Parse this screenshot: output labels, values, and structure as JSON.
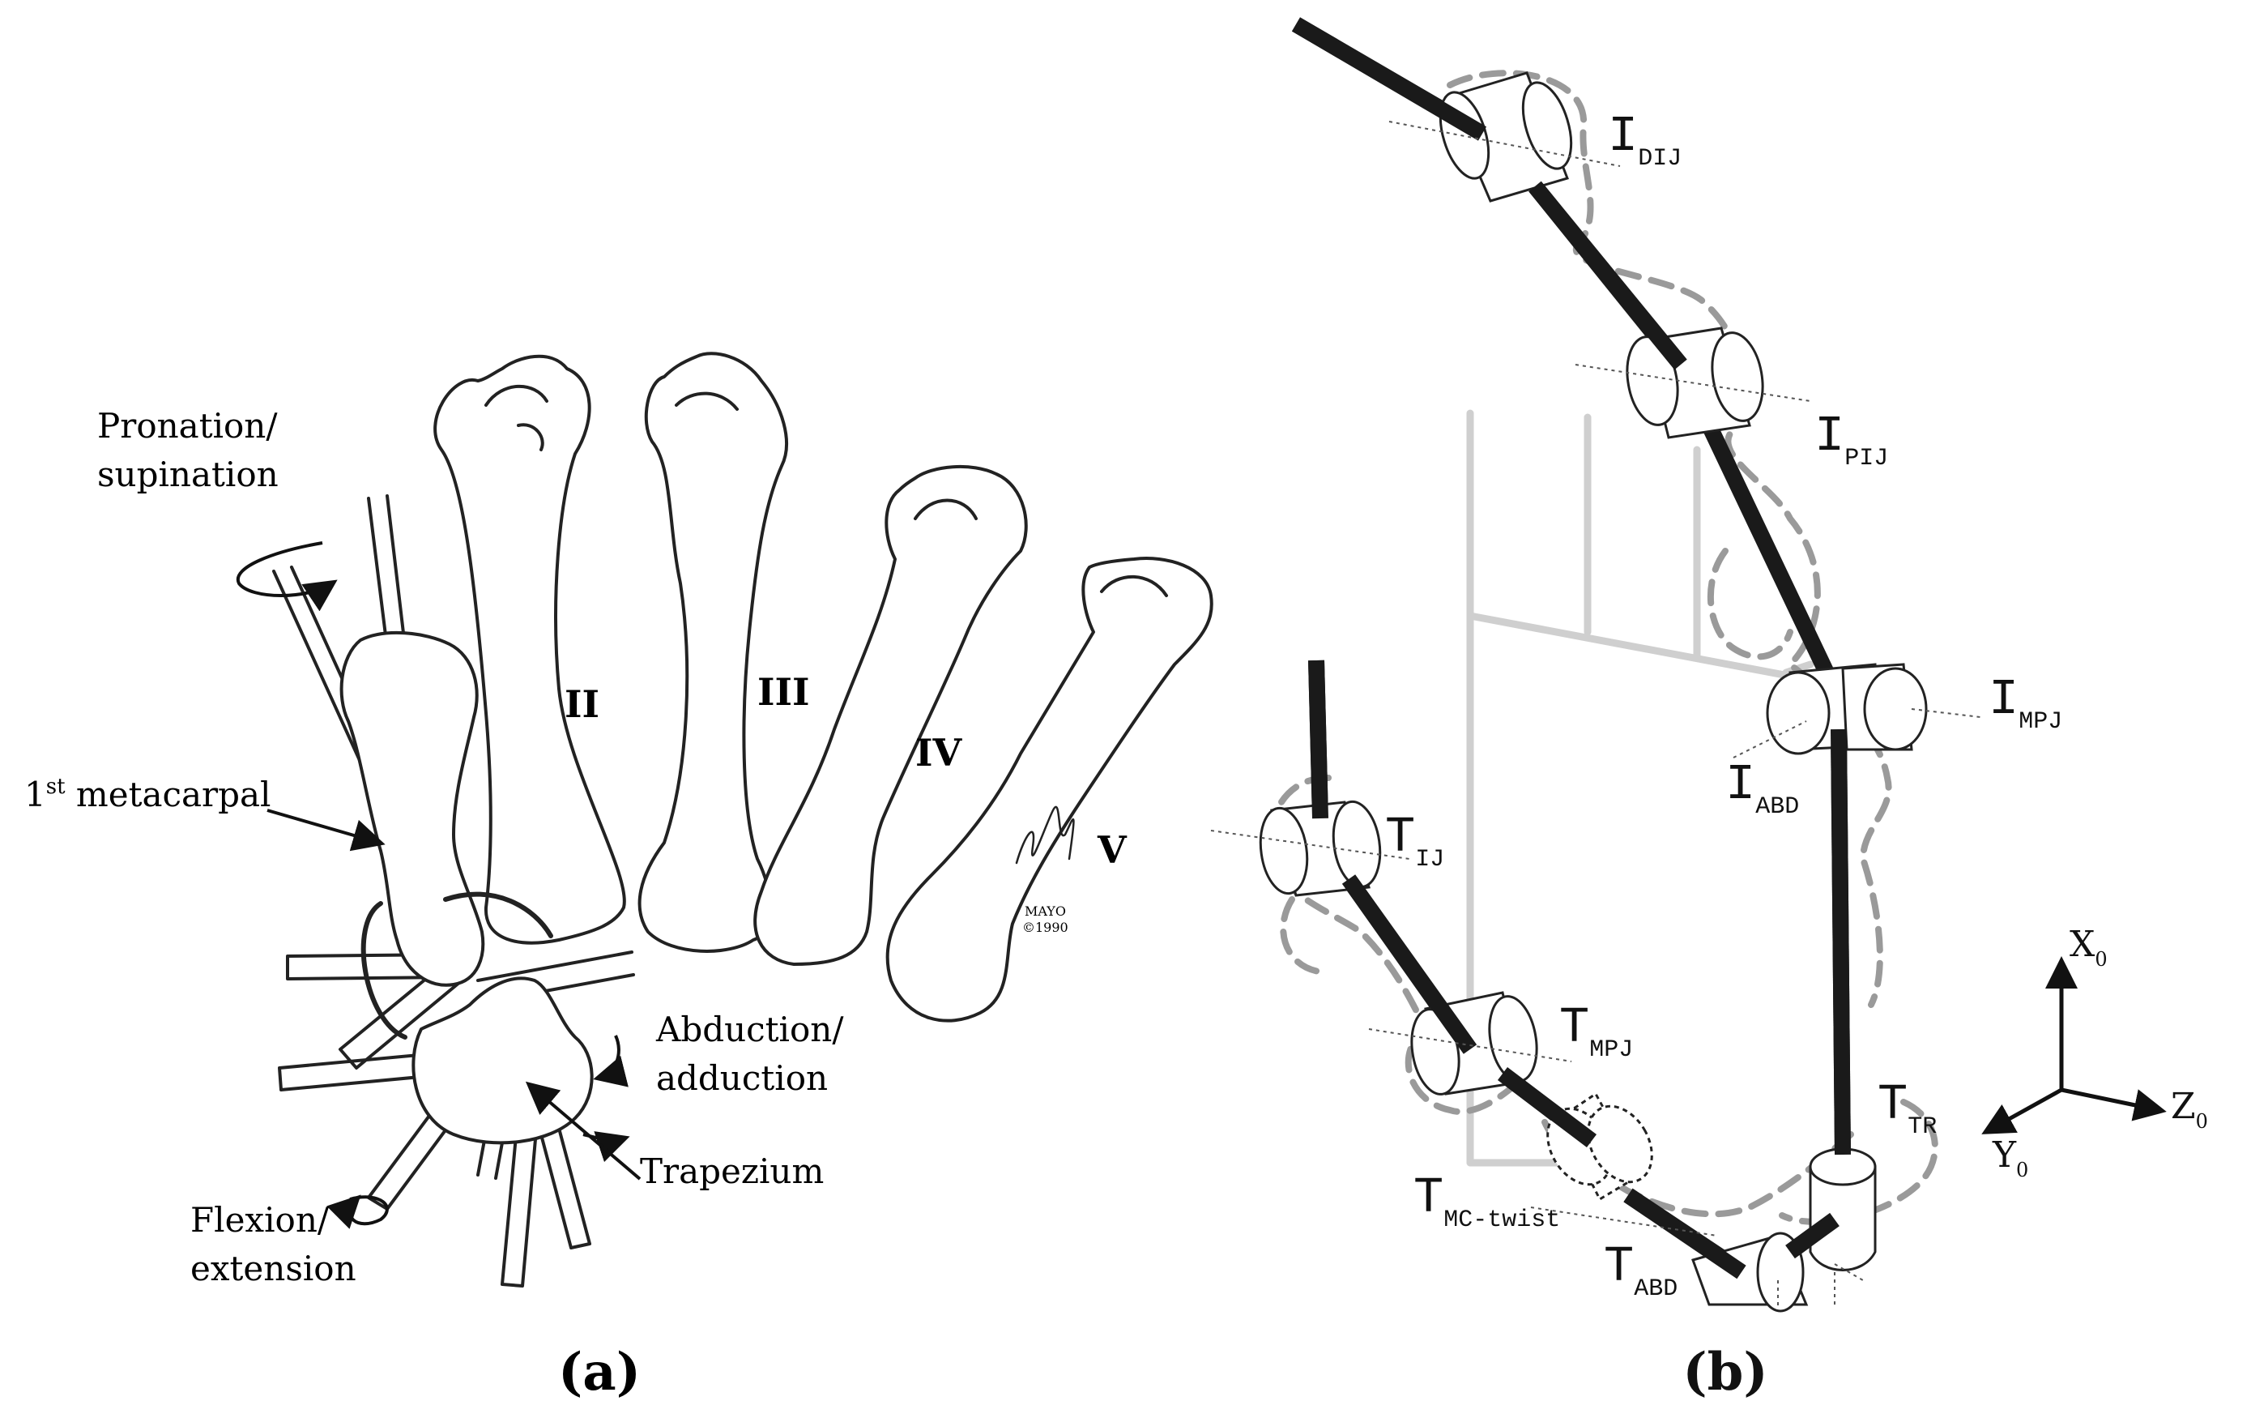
{
  "panel_a": {
    "caption": "(a)",
    "labels": {
      "pronation_line1": "Pronation/",
      "pronation_line2": "supination",
      "metacarpal_base": "1",
      "metacarpal_sup": "st",
      "metacarpal_rest": " metacarpal",
      "abduction_line1": "Abduction/",
      "abduction_line2": "adduction",
      "trapezium": "Trapezium",
      "flexion_line1": "Flexion/",
      "flexion_line2": "extension"
    },
    "bone_numerals": {
      "ii": "II",
      "iii": "III",
      "iv": "IV",
      "v": "V"
    },
    "stamp": {
      "line1": "MAYO",
      "line2": "©1990"
    }
  },
  "panel_b": {
    "caption": "(b)",
    "joints": {
      "i_dij": {
        "base": "I",
        "sub": "DIJ"
      },
      "i_pij": {
        "base": "I",
        "sub": "PIJ"
      },
      "i_mpj": {
        "base": "I",
        "sub": "MPJ"
      },
      "i_abd": {
        "base": "I",
        "sub": "ABD"
      },
      "t_ij": {
        "base": "T",
        "sub": "IJ"
      },
      "t_mpj": {
        "base": "T",
        "sub": "MPJ"
      },
      "t_tr": {
        "base": "T",
        "sub": "TR"
      },
      "t_mc": {
        "base": "T",
        "sub": "MC-twist"
      },
      "t_abd": {
        "base": "T",
        "sub": "ABD"
      }
    },
    "axes": {
      "x": {
        "base": "X",
        "sub": "0"
      },
      "y": {
        "base": "Y",
        "sub": "0"
      },
      "z": {
        "base": "Z",
        "sub": "0"
      }
    }
  },
  "colors": {
    "link": "#1a1a1a",
    "dashed": "#9a9a9a",
    "hand_outline": "#cfcfcf",
    "drawing": "#222222"
  }
}
